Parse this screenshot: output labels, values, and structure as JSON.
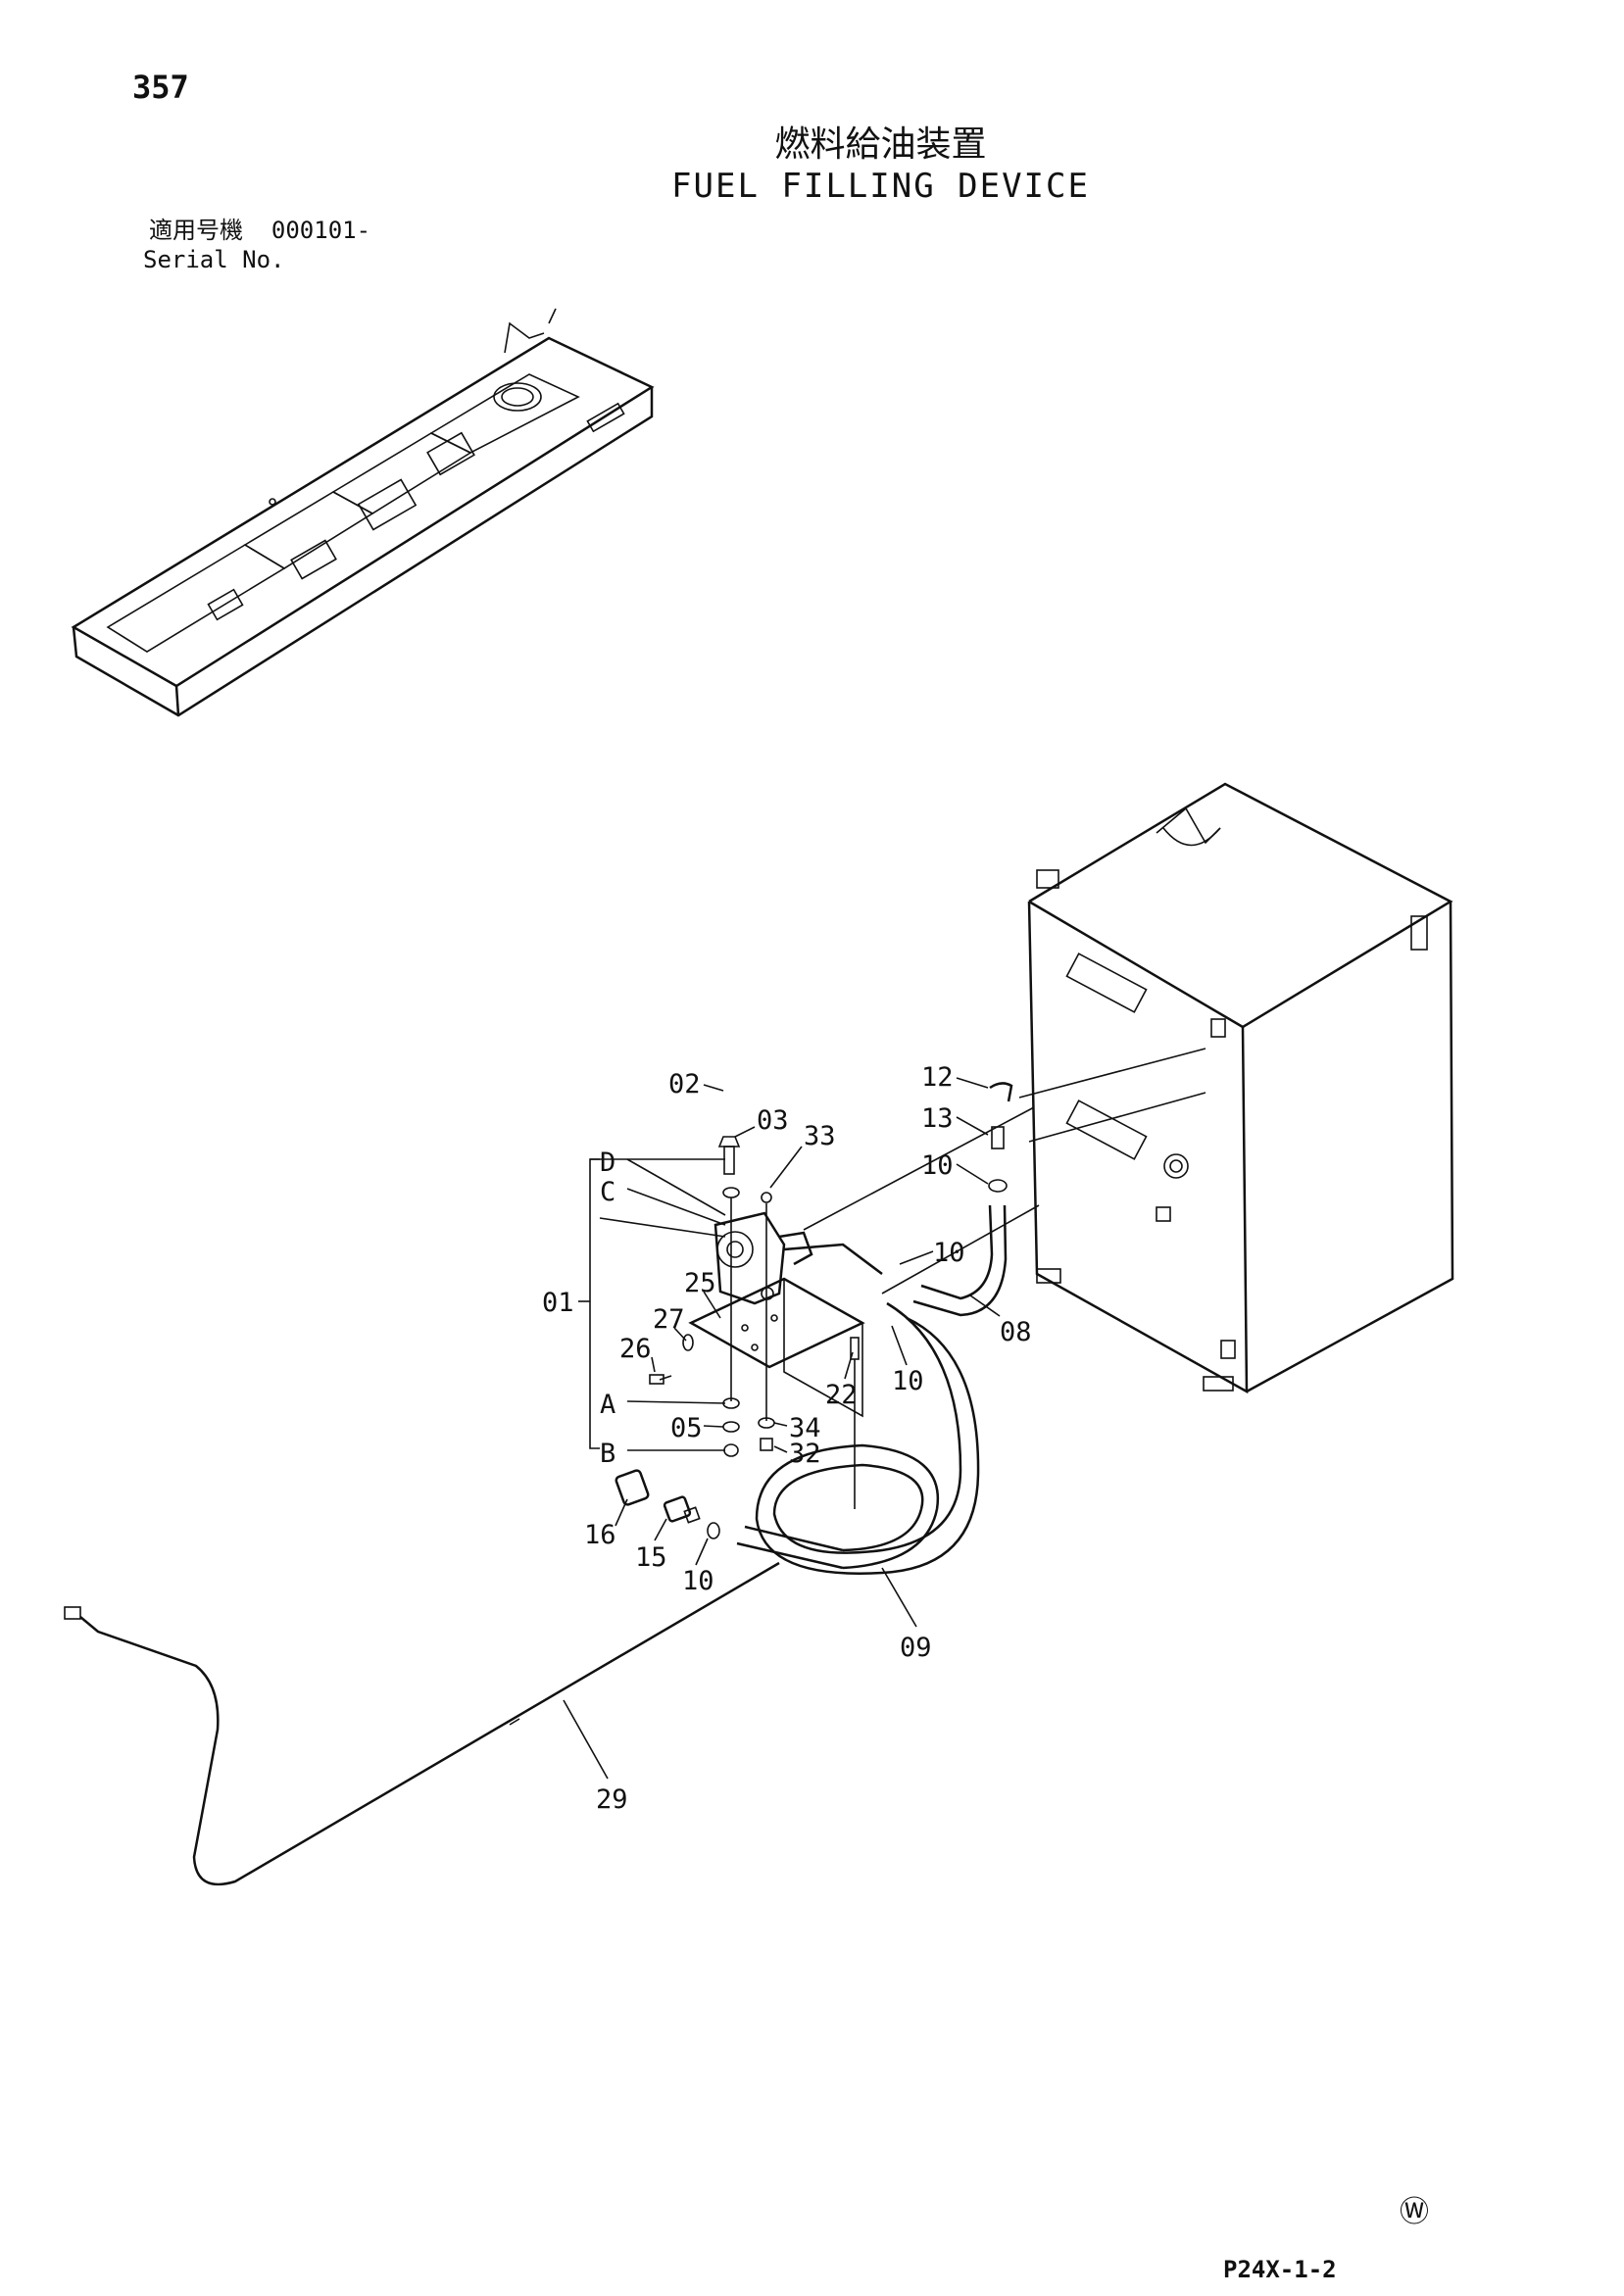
{
  "header": {
    "page_number": "357",
    "title_jp": "燃料給油装置",
    "title_en": "FUEL FILLING DEVICE",
    "serial_label_jp": "適用号機",
    "serial_value": "000101-",
    "serial_label_en": "Serial No."
  },
  "callouts": [
    {
      "id": "c02",
      "label": "02"
    },
    {
      "id": "c03",
      "label": "03"
    },
    {
      "id": "c33",
      "label": "33"
    },
    {
      "id": "cD",
      "label": "D"
    },
    {
      "id": "cC",
      "label": "C"
    },
    {
      "id": "c25",
      "label": "25"
    },
    {
      "id": "c01",
      "label": "01"
    },
    {
      "id": "c27",
      "label": "27"
    },
    {
      "id": "c26",
      "label": "26"
    },
    {
      "id": "cA",
      "label": "A"
    },
    {
      "id": "c05",
      "label": "05"
    },
    {
      "id": "c34",
      "label": "34"
    },
    {
      "id": "cB",
      "label": "B"
    },
    {
      "id": "c32",
      "label": "32"
    },
    {
      "id": "c22",
      "label": "22"
    },
    {
      "id": "c12",
      "label": "12"
    },
    {
      "id": "c13",
      "label": "13"
    },
    {
      "id": "c10a",
      "label": "10"
    },
    {
      "id": "c10b",
      "label": "10"
    },
    {
      "id": "c08",
      "label": "08"
    },
    {
      "id": "c10c",
      "label": "10"
    },
    {
      "id": "c16",
      "label": "16"
    },
    {
      "id": "c15",
      "label": "15"
    },
    {
      "id": "c10d",
      "label": "10"
    },
    {
      "id": "c09",
      "label": "09"
    },
    {
      "id": "c29",
      "label": "29"
    }
  ],
  "footer": {
    "mark": "Ⓦ",
    "figure_code": "P24X-1-2"
  }
}
